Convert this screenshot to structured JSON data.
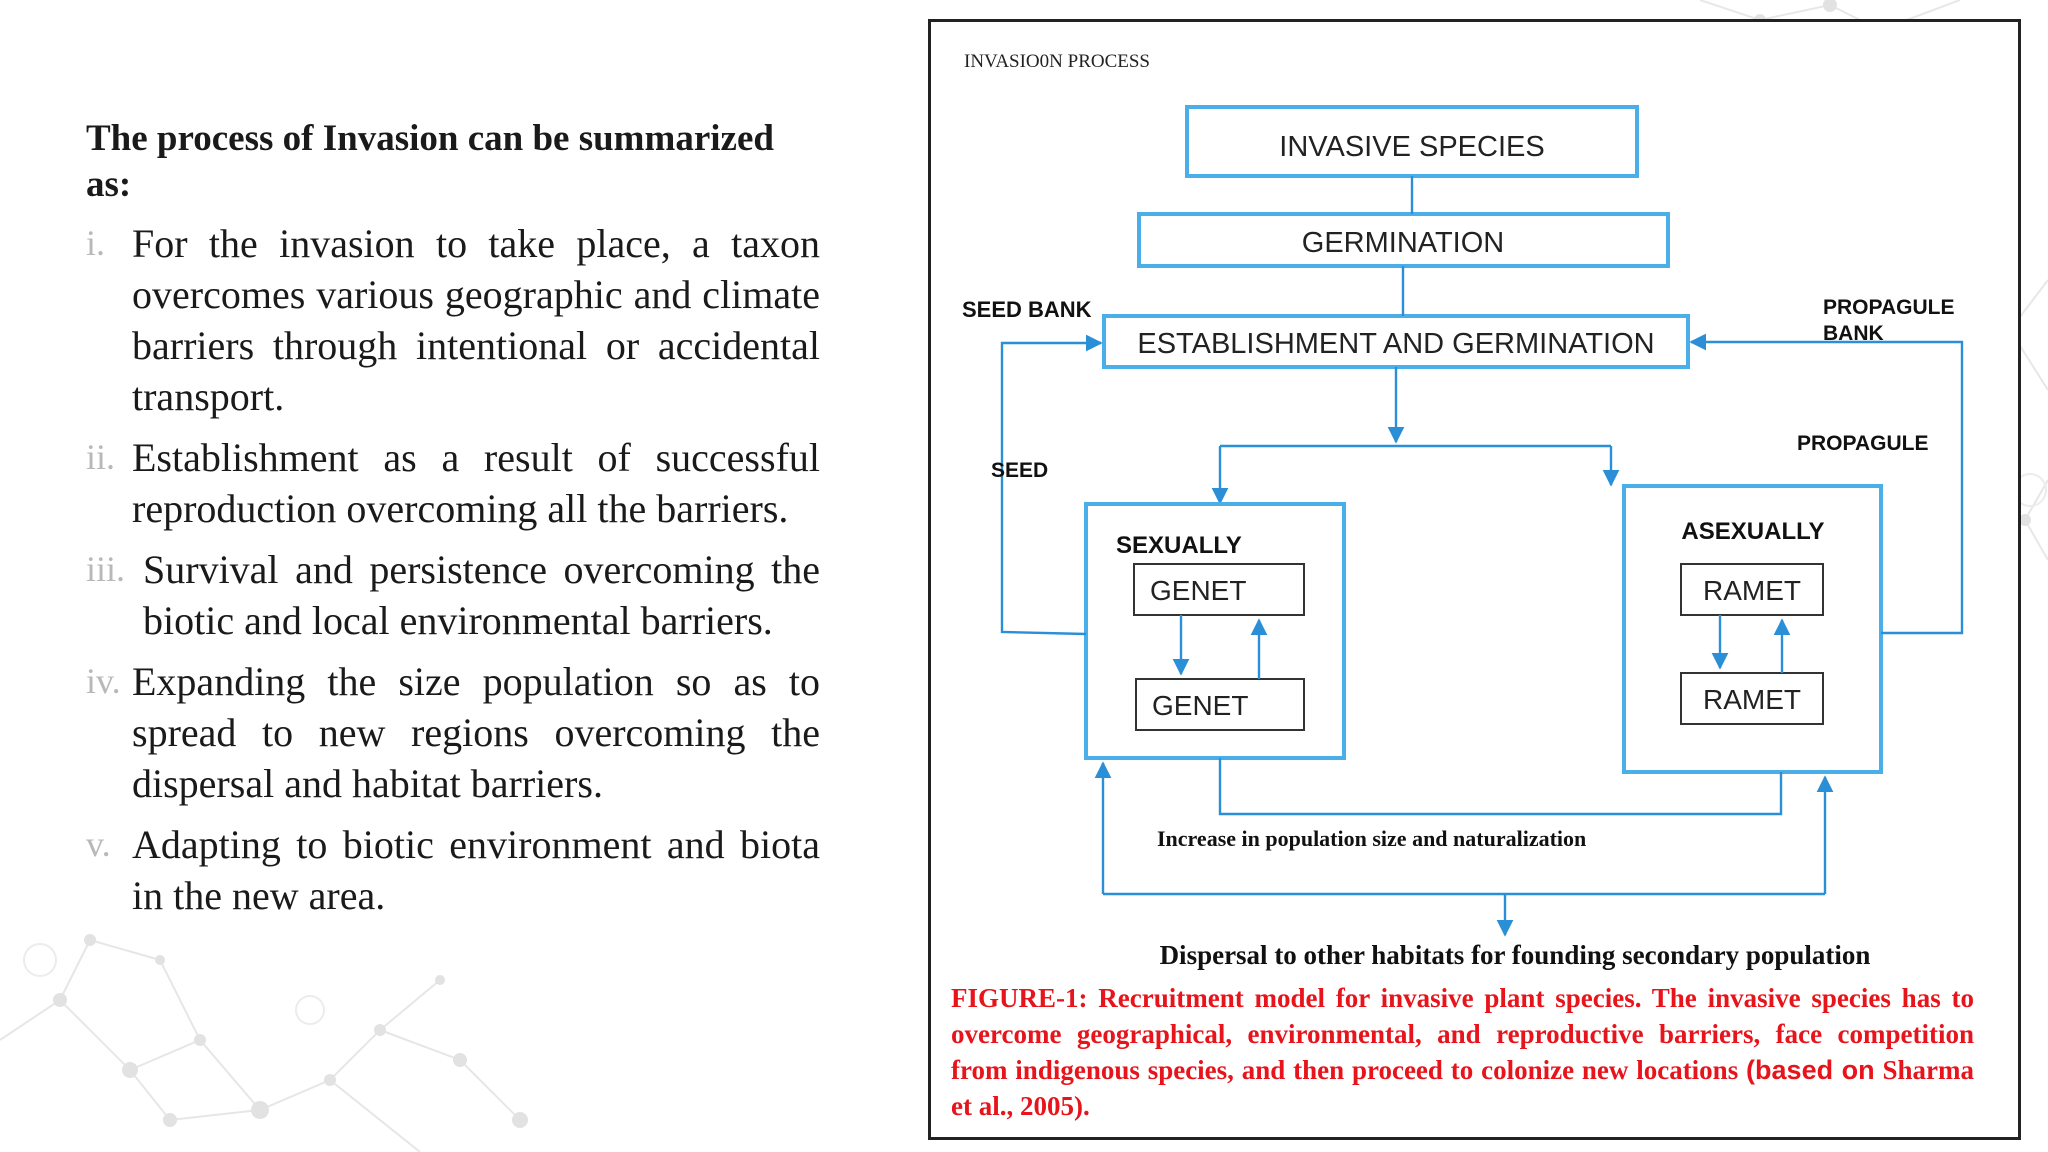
{
  "slide": {
    "heading": "The process of Invasion can be summarized as:",
    "items": [
      {
        "numeral": "i.",
        "text": "For the invasion to take place, a taxon overcomes various geographic and climate barriers through intentional or accidental transport."
      },
      {
        "numeral": "ii.",
        "text": "Establishment as a result of successful reproduction overcoming all the barriers."
      },
      {
        "numeral": "iii.",
        "text": "Survival and persistence overcoming the biotic and local environmental barriers."
      },
      {
        "numeral": "iv.",
        "text": "Expanding the size population so as to spread to new regions overcoming the dispersal and habitat barriers."
      },
      {
        "numeral": "v.",
        "text": "Adapting to biotic environment and biota in the new area."
      }
    ]
  },
  "figure": {
    "header": "INVASIO0N PROCESS",
    "nodes": {
      "invasive": "INVASIVE SPECIES",
      "germination": "GERMINATION",
      "establishment": "ESTABLISHMENT AND GERMINATION",
      "sexually": "SEXUALLY",
      "genet_top": "GENET",
      "genet_bottom": "GENET",
      "asexually": "ASEXUALLY",
      "ramet_top": "RAMET",
      "ramet_bottom": "RAMET"
    },
    "labels": {
      "seed_bank": "SEED BANK",
      "propagule_bank_1": "PROPAGULE",
      "propagule_bank_2": "BANK",
      "propagule": "PROPAGULE",
      "seed": "SEED",
      "increase": "Increase in population size and naturalization",
      "dispersal": "Dispersal to other habitats for founding secondary population"
    },
    "caption": {
      "main": "FIGURE-1: Recruitment model for invasive plant species. The invasive species has to overcome geographical, environmental, and reproductive barriers, face competition from indigenous species, and then proceed to colonize new locations",
      "open_paren": "(",
      "based_on": "based on",
      "citation": " Sharma et al., 2005)."
    }
  },
  "colors": {
    "flow_blue": "#2a8fd6",
    "box_blue": "#4aaee8",
    "caption_red": "#e8141b",
    "numeral_gray": "#b8b8b8"
  }
}
